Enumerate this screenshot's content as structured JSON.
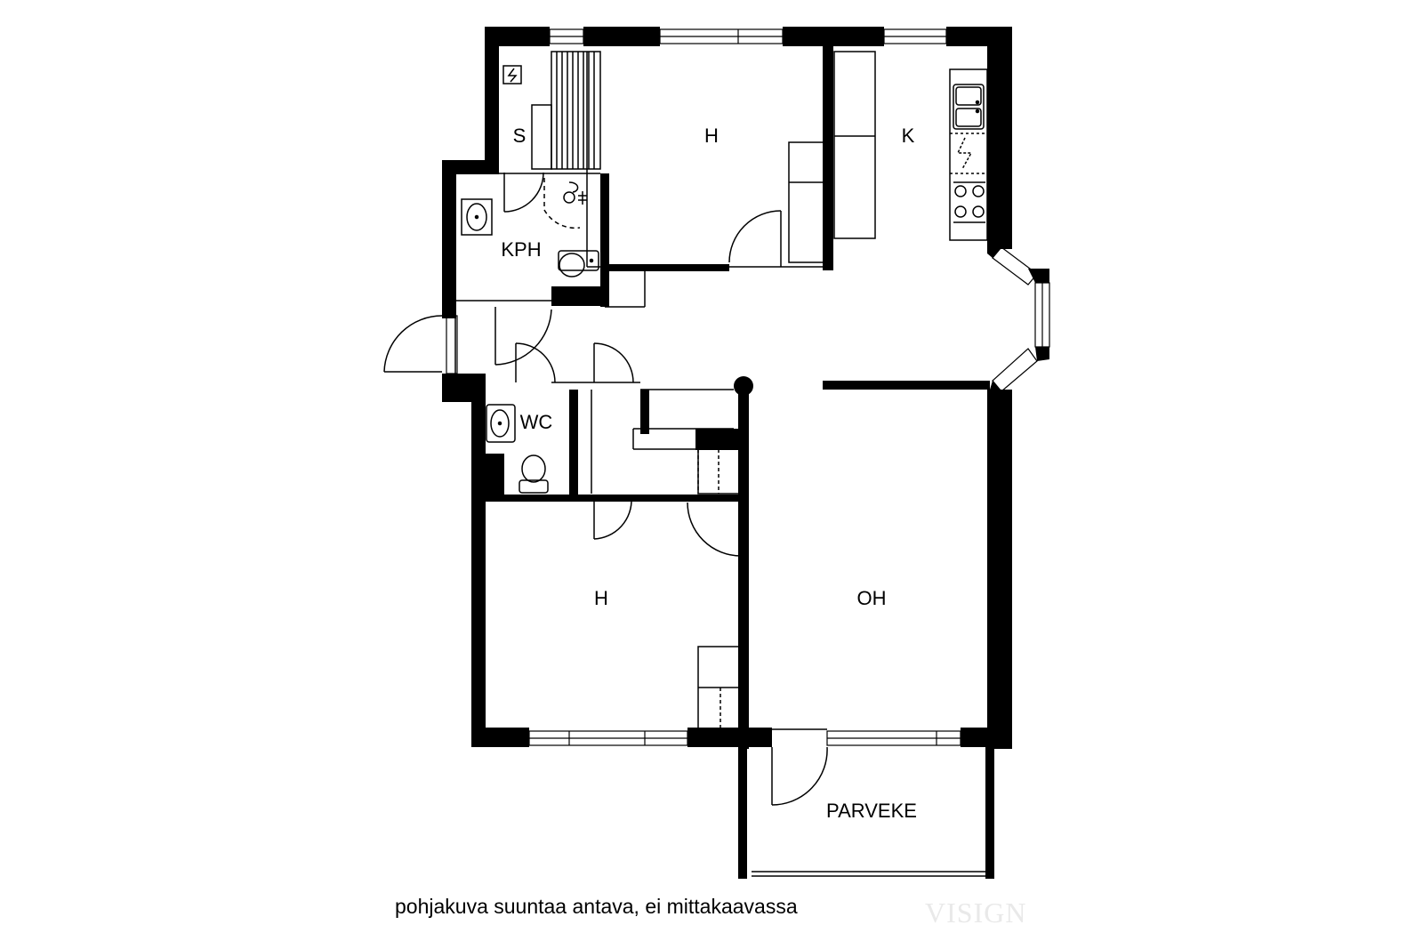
{
  "rooms": {
    "sauna": "S",
    "bedroom_top": "H",
    "kitchen": "K",
    "bathroom": "KPH",
    "wc": "WC",
    "bedroom_bottom": "H",
    "living_room": "OH",
    "balcony": "PARVEKE"
  },
  "caption": "pohjakuva suuntaa antava, ei mittakaavassa",
  "watermark": "VISIGN",
  "colors": {
    "wall": "#000000",
    "line": "#000000",
    "background": "#ffffff",
    "watermark": "#e9e9e9"
  },
  "icons": [
    "heater-icon",
    "sink-icon",
    "toilet-icon",
    "shower-icon",
    "stove-icon",
    "door-swing-icon"
  ]
}
